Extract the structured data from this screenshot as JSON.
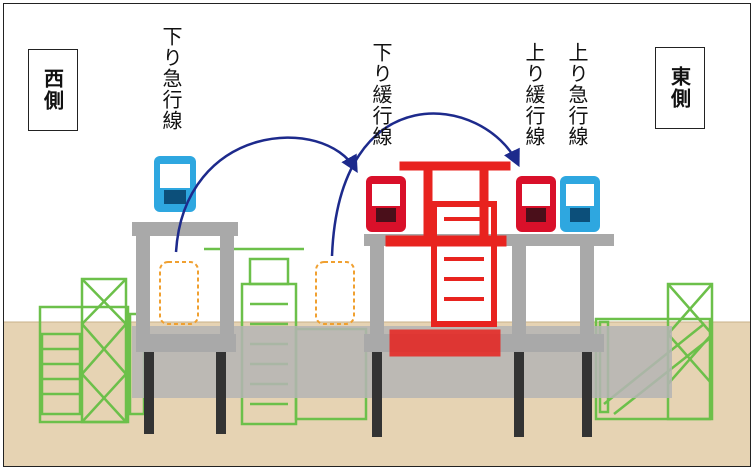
{
  "labels": {
    "west": "西側",
    "east": "東側",
    "down_express": "下り急行線",
    "down_local": "下り緩行線",
    "up_local": "上り緩行線",
    "up_express": "上り急行線"
  },
  "colors": {
    "existing_structure": "#6cc04a",
    "new_structure": "#e8231f",
    "gray_structure": "#a9a9a9",
    "ground": "#e6d3b3",
    "express_train": "#2ea7e0",
    "local_train": "#d9102a",
    "arrow": "#1d2a8c",
    "temporary_outline": "#f0a030"
  },
  "icons": [
    "curved-arrow-icon",
    "train-icon"
  ]
}
